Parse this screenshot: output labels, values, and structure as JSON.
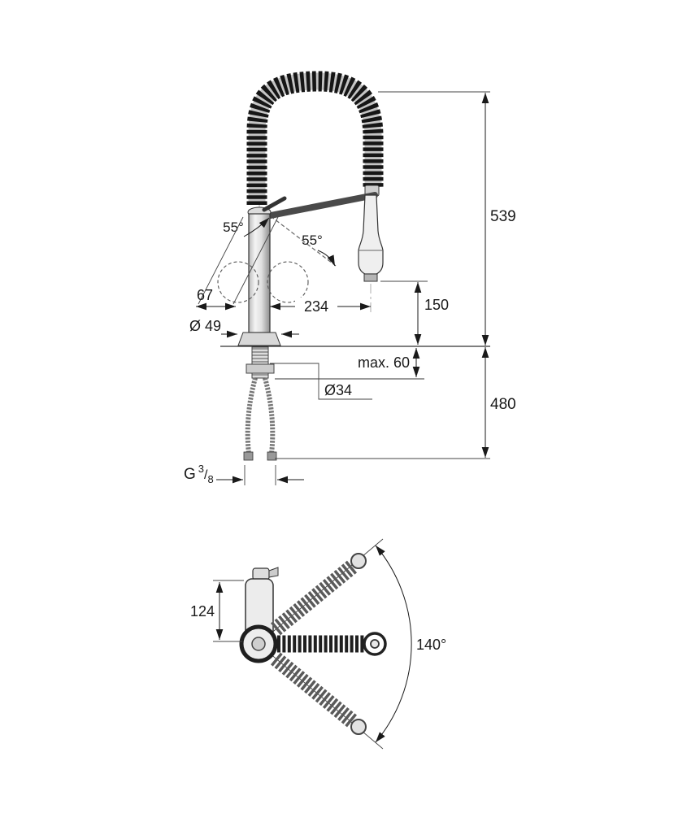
{
  "colors": {
    "ink": "#1a1a1a",
    "paper": "#ffffff"
  },
  "side_view": {
    "dimensions": {
      "total_height": "539",
      "hose_length_below": "480",
      "outlet_height": "150",
      "spout_reach": "234",
      "handle_length": "67",
      "base_diameter": "Ø 49",
      "max_deck_thickness": "max. 60",
      "hole_diameter": "Ø34",
      "handle_swing_left": "55°",
      "handle_swing_right": "55°",
      "thread_prefix": "G",
      "thread_numerator": "3",
      "thread_slash": "/",
      "thread_denominator": "8"
    }
  },
  "top_view": {
    "dimensions": {
      "body_depth": "124",
      "swivel_angle": "140°"
    }
  }
}
